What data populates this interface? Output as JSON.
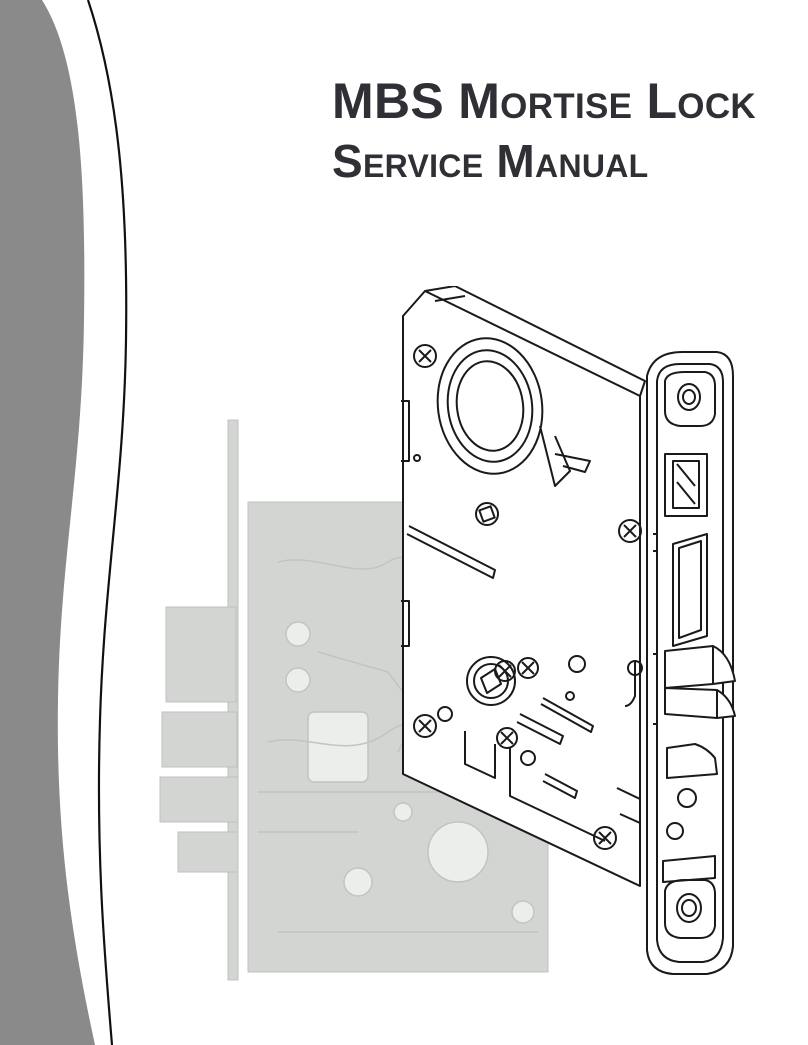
{
  "cover": {
    "title_line1_brand": "MBS",
    "title_line1_rest": "Mortise Lock",
    "title_line2": "Service Manual"
  },
  "colors": {
    "band_gray": "#8a8a8a",
    "title_text": "#2f2f35",
    "line_art": "#1a1a1a",
    "ghost_art": "#c9cbc9"
  },
  "illustrations": [
    "mortise-lock-line-drawing",
    "mortise-lock-interior-ghost-photo"
  ]
}
